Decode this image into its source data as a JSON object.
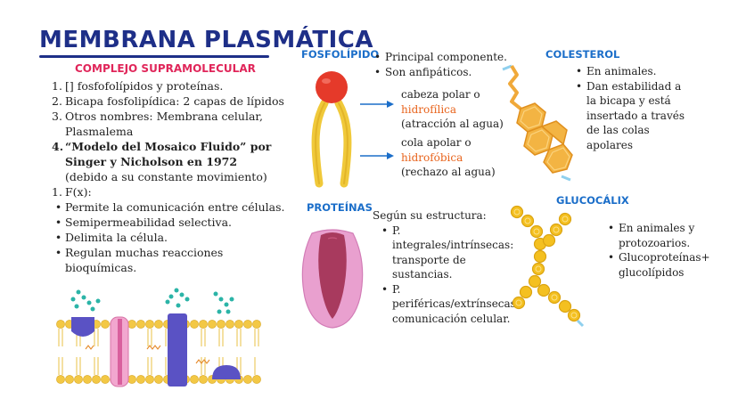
{
  "header": {
    "title": "MEMBRANA PLASMÁTICA",
    "subtitle": "COMPLEJO SUPRAMOLECULAR"
  },
  "main_list": [
    {
      "marker": "1.",
      "text": "[] fosfofolípidos y proteínas.",
      "bold": false
    },
    {
      "marker": "2.",
      "text": "Bicapa fosfolipídica: 2 capas de lípidos",
      "bold": false
    },
    {
      "marker": "3.",
      "text": "Otros nombres: Membrana celular, Plasmalema",
      "bold": false
    },
    {
      "marker": "4.",
      "text": "“Modelo del Mosaico Fluido” por Singer y Nicholson en 1972",
      "bold": true
    },
    {
      "marker": "",
      "text": "(debido a su constante movimiento)",
      "bold": false
    },
    {
      "marker": "1.",
      "text": "F(x):",
      "bold": false
    },
    {
      "marker": "•",
      "text": "Permite la comunicación entre células.",
      "bold": false
    },
    {
      "marker": "•",
      "text": "Semipermeabilidad selectiva.",
      "bold": false
    },
    {
      "marker": "•",
      "text": "Delimita la célula.",
      "bold": false
    },
    {
      "marker": "•",
      "text": "Regulan muchas reacciones bioquímicas.",
      "bold": false
    }
  ],
  "fosfolipido": {
    "heading": "FOSFOLÍPIDO",
    "bullets": [
      "Principal componente.",
      "Son anfipáticos."
    ],
    "head_label": "cabeza polar o",
    "head_term": "hidrofílica",
    "head_note": "(atracción al agua)",
    "tail_label": "cola apolar o",
    "tail_term": "hidrofóbica",
    "tail_note": "(rechazo al agua)"
  },
  "colesterol": {
    "heading": "COLESTEROL",
    "bullets": [
      "En animales.",
      "Dan estabilidad a la bicapa y está insertado a través de las colas apolares"
    ]
  },
  "proteinas": {
    "heading": "PROTEÍNAS",
    "intro": "Según su estructura:",
    "bullets": [
      "P. integrales/intrínsecas: transporte de sustancias.",
      "P. periféricas/extrínsecas: comunicación celular."
    ]
  },
  "glucocalix": {
    "heading": "GLUCOCÁLIX",
    "bullets": [
      "En animales y protozoarios.",
      "Glucoproteínas+ glucolípidos"
    ]
  },
  "colors": {
    "title": "#1e2f88",
    "subtitle": "#e0265a",
    "heading": "#1b6ec9",
    "accent": "#e8641d",
    "phospho_head": "#e53a2a",
    "phospho_tail": "#f0c93a",
    "cholesterol": "#f0a93a",
    "glyco": "#f4c020",
    "protein_outer": "#e9a0cf",
    "protein_inner": "#a83a5e",
    "membrane_head": "#f3c845",
    "membrane_protein": "#5a52c4"
  },
  "icons": [
    "phospholipid-icon",
    "cholesterol-icon",
    "protein-icon",
    "glycocalyx-icon",
    "membrane-illustration",
    "arrow-right-icon"
  ]
}
